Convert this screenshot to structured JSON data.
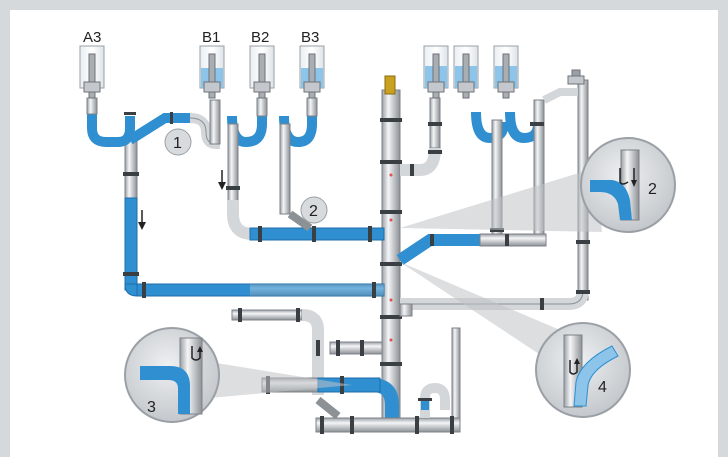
{
  "diagram": {
    "fixture_labels": {
      "a3": "A3",
      "b1": "B1",
      "b2": "B2",
      "b3": "B3"
    },
    "markers": {
      "m1": "1",
      "m2": "2"
    },
    "callouts": {
      "c2": "2",
      "c3": "3",
      "c4": "4"
    },
    "colors": {
      "water": "#2f8fd0",
      "water_light": "#8cc4ea",
      "pipe": "#d4d7da",
      "pipe_dark": "#8c9196",
      "joint": "#3a3f44",
      "frame": "#d6d9dc",
      "vent_cap": "#c9a020"
    }
  }
}
